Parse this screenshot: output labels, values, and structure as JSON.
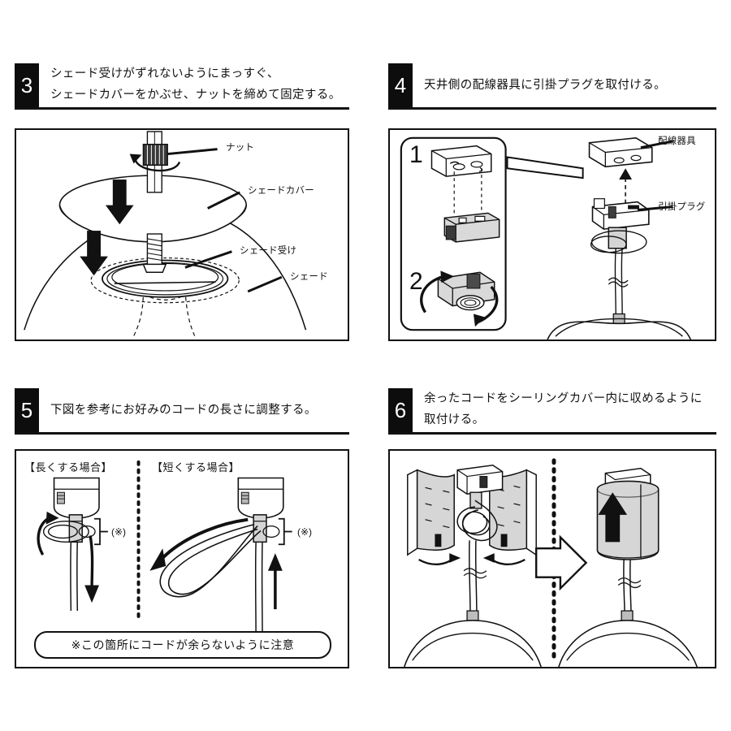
{
  "document": {
    "kind": "assembly-instruction-sheet",
    "language": "ja"
  },
  "steps": [
    {
      "number": "3",
      "title": "シェード受けがずれないようにまっすぐ、\nシェードカバーをかぶせ、ナットを締めて固定する。",
      "figure": {
        "labels": [
          {
            "name": "nut",
            "text": "ナット"
          },
          {
            "name": "shade-cover",
            "text": "シェードカバー"
          },
          {
            "name": "shade-holder",
            "text": "シェード受け"
          },
          {
            "name": "shade",
            "text": "シェード"
          }
        ]
      }
    },
    {
      "number": "4",
      "title": "天井側の配線器具に引掛プラグを取付ける。",
      "figure": {
        "substeps": [
          {
            "name": "substep-1",
            "text": "1"
          },
          {
            "name": "substep-2",
            "text": "2"
          }
        ],
        "labels": [
          {
            "name": "wiring-device",
            "text": "配線器具"
          },
          {
            "name": "hook-plug",
            "text": "引掛プラグ"
          }
        ]
      }
    },
    {
      "number": "5",
      "title": "下図を参考にお好みのコードの長さに調整する。",
      "figure": {
        "columns": [
          {
            "name": "lengthen",
            "heading": "【長くする場合】",
            "marker": "(※)"
          },
          {
            "name": "shorten",
            "heading": "【短くする場合】",
            "marker": "(※)"
          }
        ],
        "note": "※この箇所にコードが余らないように注意"
      }
    },
    {
      "number": "6",
      "title": "余ったコードをシーリングカバー内に収めるように\n取付ける。",
      "figure": {
        "stages": [
          {
            "name": "cover-halves-closing"
          },
          {
            "name": "cover-assembled-push-up"
          }
        ]
      }
    }
  ],
  "colors": {
    "ink": "#111111",
    "paper": "#ffffff",
    "shade_fill": "#d4d4d4",
    "metal_fill": "#c9c9c9"
  }
}
